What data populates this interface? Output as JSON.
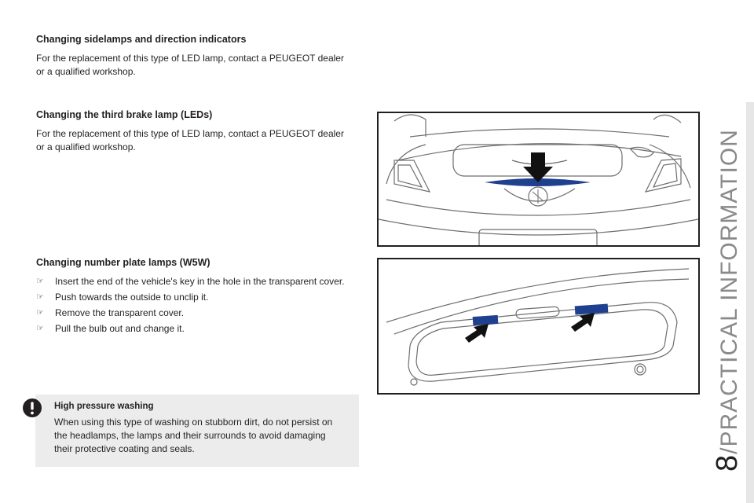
{
  "sections": [
    {
      "title": "Changing sidelamps and direction indicators",
      "text": "For the replacement of this type of LED lamp, contact a PEUGEOT dealer or a qualified workshop."
    },
    {
      "title": "Changing the third brake lamp (LEDs)",
      "text": "For the replacement of this type of LED lamp, contact a PEUGEOT dealer or a qualified workshop."
    },
    {
      "title": "Changing number plate lamps (W5W)",
      "steps": [
        "Insert the end of the vehicle's key in the hole in the transparent cover.",
        "Push towards the outside to unclip it.",
        "Remove the transparent cover.",
        "Pull the bulb out and change it."
      ]
    }
  ],
  "warning": {
    "title": "High pressure washing",
    "text": "When using this type of washing on stubborn dirt, do not persist on the headlamps, the lamps and their surrounds to avoid damaging their protective coating and seals."
  },
  "chapter": {
    "number": "8",
    "title": "PRACTICAL INFORMATION"
  },
  "colors": {
    "text": "#231f20",
    "warning_bg": "#ececec",
    "chapter_text": "#8a8a8a",
    "lamp_blue": "#1f3f8f"
  }
}
